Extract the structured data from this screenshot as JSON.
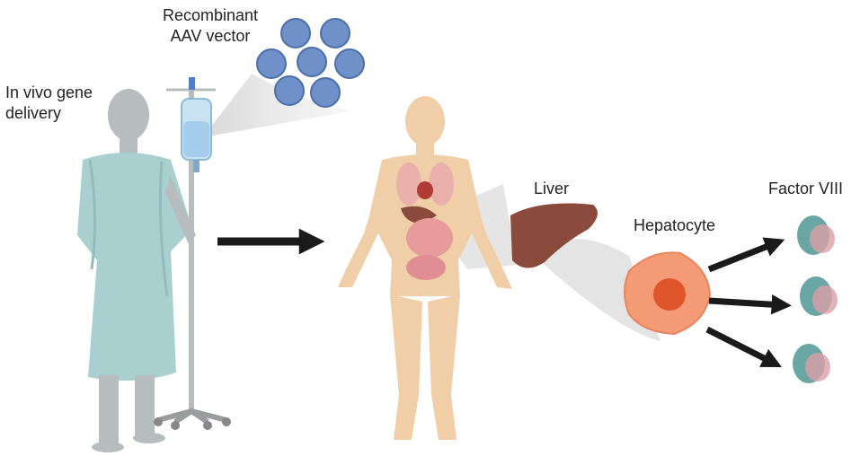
{
  "labels": {
    "aav_line1": "Recombinant",
    "aav_line2": "AAV vector",
    "invivo_line1": "In vivo gene",
    "invivo_line2": "delivery",
    "liver": "Liver",
    "hepatocyte": "Hepatocyte",
    "factor": "Factor VIII"
  },
  "colors": {
    "gown": "#a9cfcf",
    "skin_patient": "#b7bcbf",
    "body": "#f0cfa8",
    "liver": "#8a4a3c",
    "hepatocyte": "#f49a74",
    "nucleus": "#e0562c",
    "virus": "#6f90c8",
    "arrow": "#1a1a1a",
    "spotlight": "#d9d9d9"
  }
}
